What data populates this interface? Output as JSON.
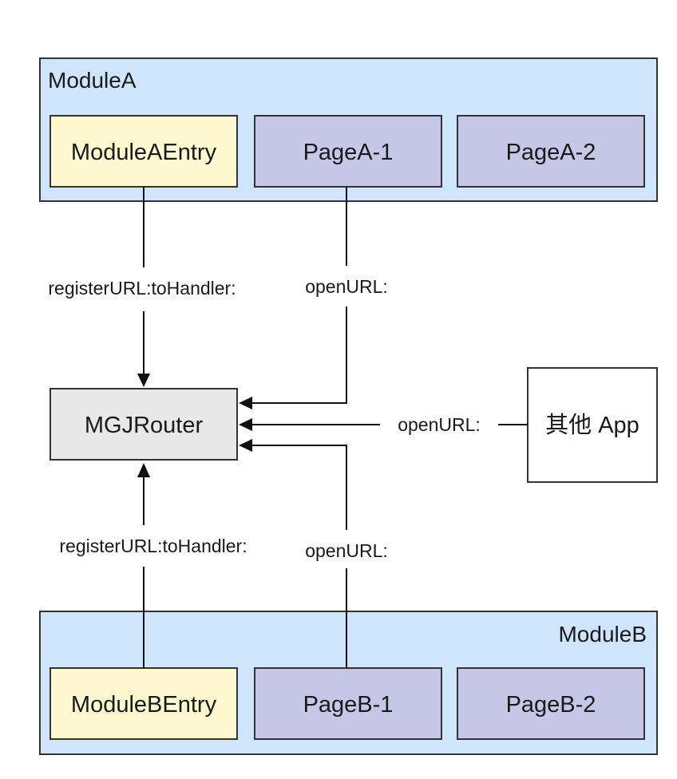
{
  "module_a": {
    "title": "ModuleA",
    "entry": "ModuleAEntry",
    "pages": [
      "PageA-1",
      "PageA-2"
    ]
  },
  "module_b": {
    "title": "ModuleB",
    "entry": "ModuleBEntry",
    "pages": [
      "PageB-1",
      "PageB-2"
    ]
  },
  "router": {
    "label": "MGJRouter"
  },
  "other_app": {
    "label": "其他 App"
  },
  "edges": {
    "module_a_register": "registerURL:toHandler:",
    "page_a1_open": "openURL:",
    "other_app_open": "openURL:",
    "module_b_register": "registerURL:toHandler:",
    "page_b1_open": "openURL:"
  },
  "colors": {
    "module_container": "#cfe5fb",
    "entry_box": "#fdf8cf",
    "page_box": "#c6c7e6",
    "router_box": "#e8e8e8",
    "app_box": "#ffffff",
    "stroke": "#333333"
  }
}
